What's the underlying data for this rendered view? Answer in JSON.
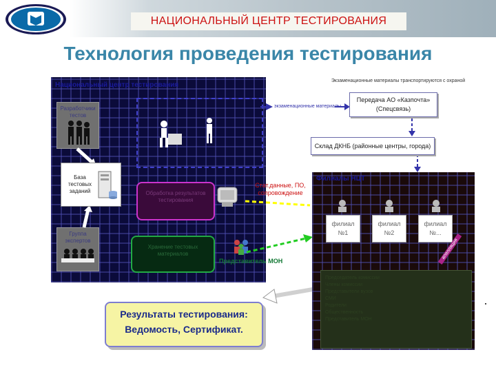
{
  "header": {
    "org_title": "НАЦИОНАЛЬНЫЙ ЦЕНТР ТЕСТИРОВАНИЯ",
    "page_title": "Технология проведения тестирования"
  },
  "ntc": {
    "label": "Национальный центр тестирования",
    "developers_label": "Разработчики тестов",
    "database_label": "База тестовых заданий",
    "experts_label": "Группа экспертов",
    "processing_label": "Обработка результатов тестирования",
    "storage_label": "Хранение тестовых материалов"
  },
  "flow": {
    "top_note": "Экзаменационные материалы транспортируются с охраной",
    "exam_materials_label": "экзаменационные материалы",
    "kazpochta_line1": "Передача АО «Казпочта»",
    "kazpochta_line2": "(Спецсвязь)",
    "sklad_label": "Склад ДКНБ (районные центры, города)",
    "stat_label": "Стат.данные, ПО, сопровождение",
    "rep_label": "Представитель МОН"
  },
  "branches": {
    "label": "Филиалы НЦТ",
    "filials": [
      {
        "line1": "филиал",
        "line2": "№1"
      },
      {
        "line1": "филиал",
        "line2": "№2"
      },
      {
        "line1": "филиал",
        "line2": "№..."
      }
    ],
    "appeal_label": "апелляция",
    "list": [
      "Председатель комиссии",
      "Члены комиссии",
      "Представители вузов",
      "СМИ",
      "Родители",
      "Общественность",
      "Представитель МОН"
    ]
  },
  "results": {
    "line1": "Результаты тестирования:",
    "line2": "Ведомость, Сертификат."
  },
  "colors": {
    "accent_title": "#3a86a8",
    "header_red": "#cc1111",
    "navy": "#0b0b3a"
  }
}
